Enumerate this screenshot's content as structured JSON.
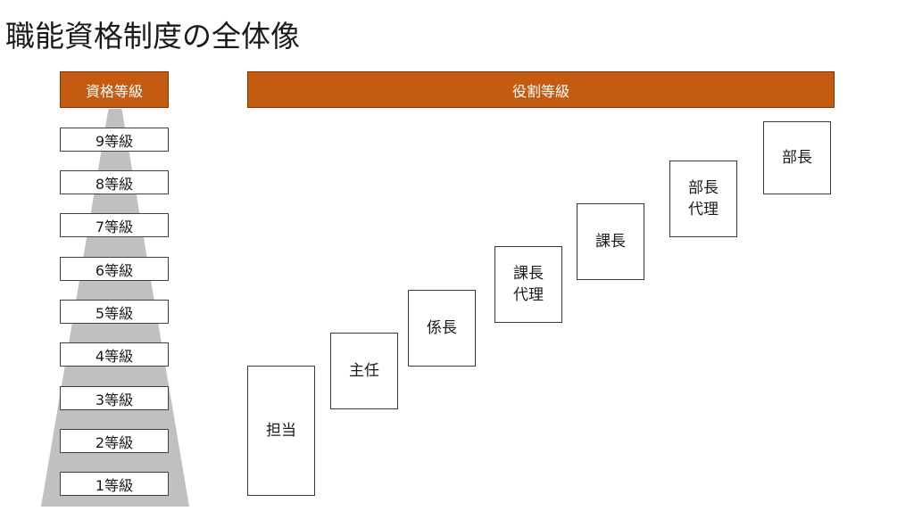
{
  "title": "職能資格制度の全体像",
  "grade_header": "資格等級",
  "role_header": "役割等級",
  "colors": {
    "accent": "#c55a11",
    "pyramid": "#c0c0c0"
  },
  "grades": [
    "9等級",
    "8等級",
    "7等級",
    "6等級",
    "5等級",
    "4等級",
    "3等級",
    "2等級",
    "1等級"
  ],
  "roles": [
    "担当",
    "主任",
    "係長",
    "課長\n代理",
    "課長",
    "部長\n代理",
    "部長"
  ]
}
